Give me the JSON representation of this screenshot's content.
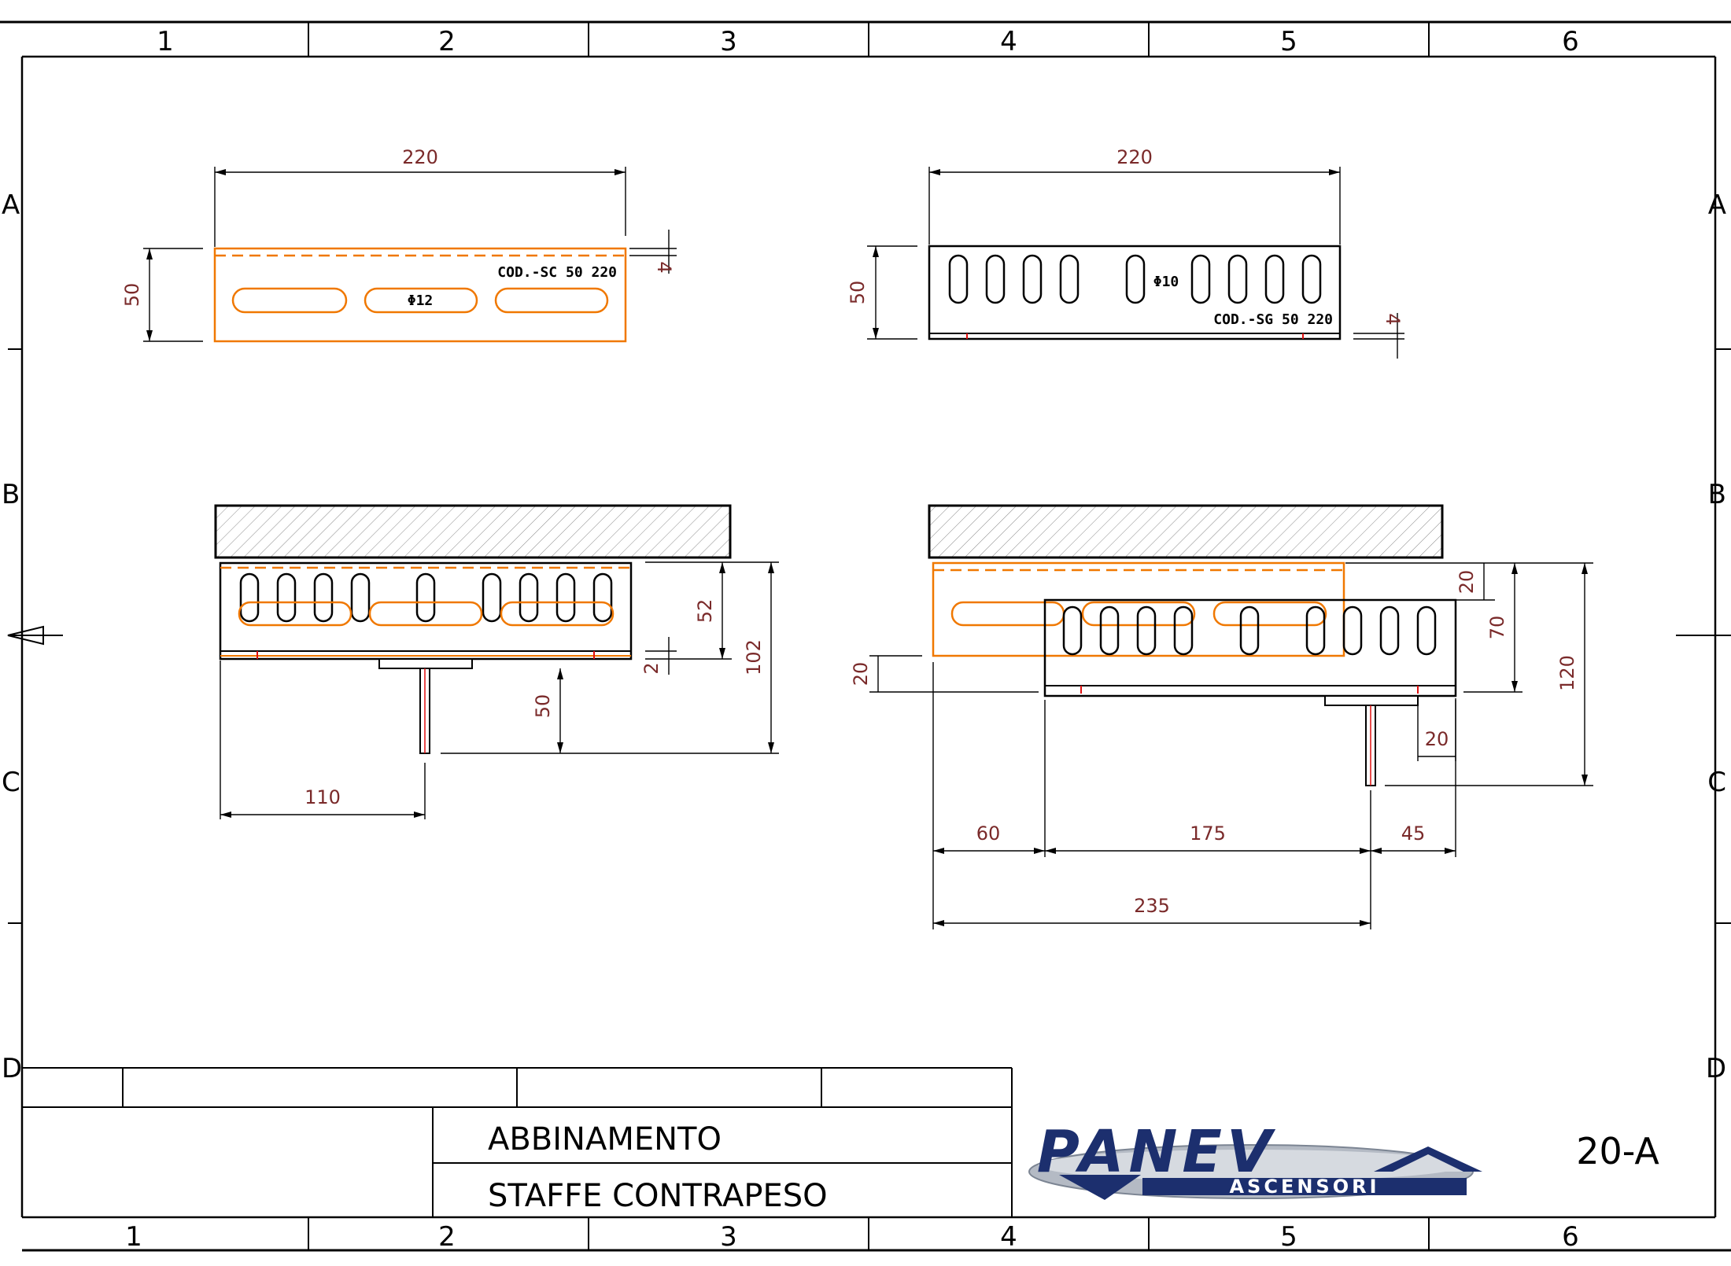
{
  "border": {
    "columns": [
      "1",
      "2",
      "3",
      "4",
      "5",
      "6"
    ],
    "rows": [
      "A",
      "B",
      "C",
      "D"
    ]
  },
  "views": {
    "sc_top": {
      "width_dim": "220",
      "height_dim": "50",
      "offset_dim": "4",
      "hole": "Φ12",
      "code": "COD.-SC 50 220"
    },
    "sg_top": {
      "width_dim": "220",
      "height_dim": "50",
      "offset_dim": "4",
      "hole": "Φ10",
      "code": "COD.-SG 50 220"
    },
    "left_assembly": {
      "d52": "52",
      "d2": "2",
      "d102": "102",
      "d50": "50",
      "d110": "110"
    },
    "right_assembly": {
      "d20_top": "20",
      "d70": "70",
      "d120": "120",
      "d20_left": "20",
      "d20_right": "20",
      "d60": "60",
      "d175": "175",
      "d45": "45",
      "d235": "235"
    }
  },
  "title_block": {
    "line1": "ABBINAMENTO",
    "line2": "STAFFE CONTRAPESO",
    "drawing_number": "20-A",
    "logo_top": "PANEV",
    "logo_bottom": "ASCENSORI"
  },
  "colors": {
    "part_orange": "#f07800",
    "dimension_text": "#7a2a2a",
    "line": "#000000"
  }
}
